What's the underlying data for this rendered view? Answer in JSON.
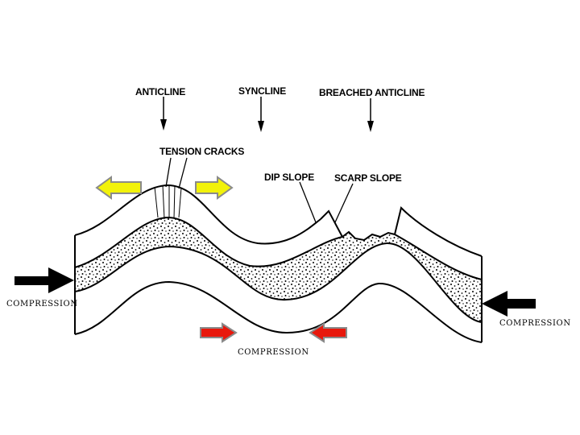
{
  "labels": {
    "anticline": "ANTICLINE",
    "syncline": "SYNCLINE",
    "breached_anticline": "BREACHED ANTICLINE",
    "tension_cracks": "TENSION CRACKS",
    "dip_slope": "DIP SLOPE",
    "scarp_slope": "SCARP SLOPE",
    "compression_left": "COMPRESSION",
    "compression_right": "COMPRESSION",
    "compression_bottom": "COMPRESSION"
  },
  "arrow_colors": {
    "tension": "#f2f20a",
    "compression_bottom": "#e8180c",
    "compression_side": "#000000"
  },
  "icons": [
    "tension-arrow-left",
    "tension-arrow-right",
    "compression-arrow-left",
    "compression-arrow-right",
    "compression-arrow-bottom-right",
    "compression-arrow-bottom-left"
  ]
}
